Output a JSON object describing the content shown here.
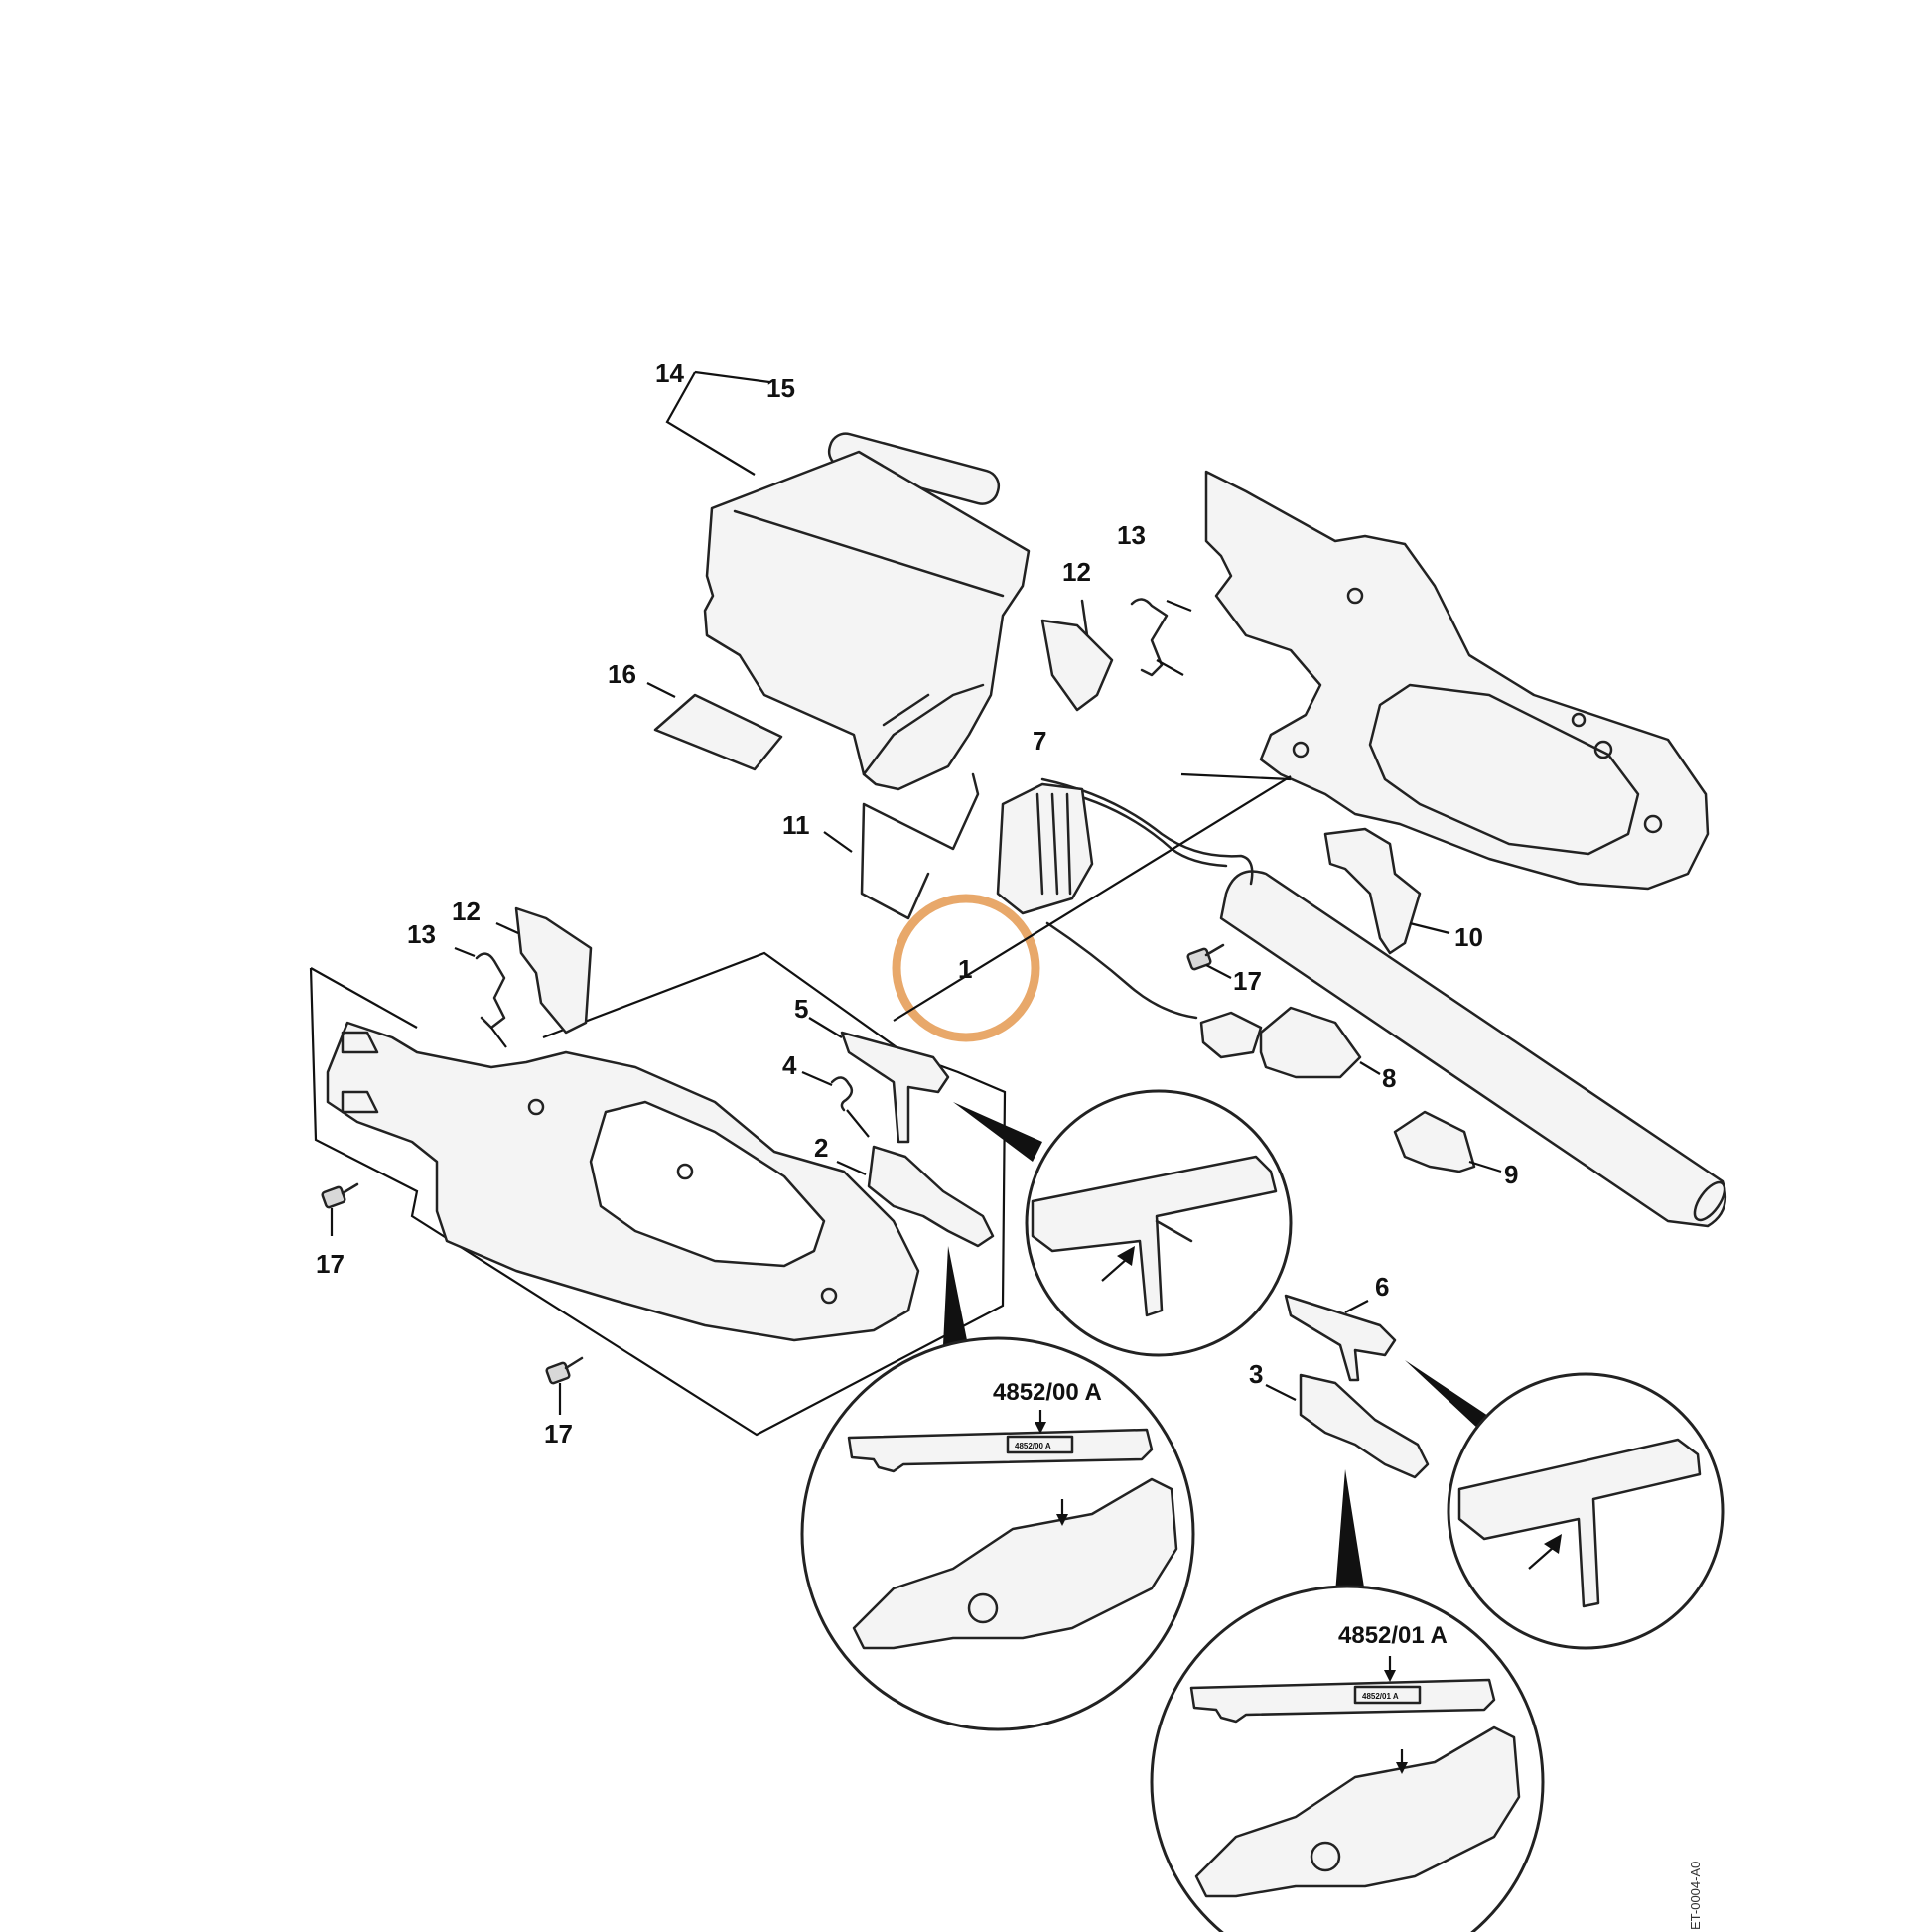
{
  "diagram": {
    "highlight_color": "#e8a86a",
    "highlighted_part": "1",
    "callouts": [
      {
        "id": "c1",
        "label": "1"
      },
      {
        "id": "c2",
        "label": "2"
      },
      {
        "id": "c3",
        "label": "3"
      },
      {
        "id": "c4",
        "label": "4"
      },
      {
        "id": "c5",
        "label": "5"
      },
      {
        "id": "c6",
        "label": "6"
      },
      {
        "id": "c7",
        "label": "7"
      },
      {
        "id": "c8",
        "label": "8"
      },
      {
        "id": "c9",
        "label": "9"
      },
      {
        "id": "c10",
        "label": "10"
      },
      {
        "id": "c11",
        "label": "11"
      },
      {
        "id": "c12a",
        "label": "12"
      },
      {
        "id": "c12b",
        "label": "12"
      },
      {
        "id": "c13a",
        "label": "13"
      },
      {
        "id": "c13b",
        "label": "13"
      },
      {
        "id": "c14",
        "label": "14"
      },
      {
        "id": "c15",
        "label": "15"
      },
      {
        "id": "c16",
        "label": "16"
      },
      {
        "id": "c17a",
        "label": "17"
      },
      {
        "id": "c17b",
        "label": "17"
      },
      {
        "id": "c17c",
        "label": "17"
      }
    ],
    "detail_codes": {
      "left": "4852/00 A",
      "right": "4852/01 A"
    },
    "document_id": "ET-0004-A0"
  }
}
